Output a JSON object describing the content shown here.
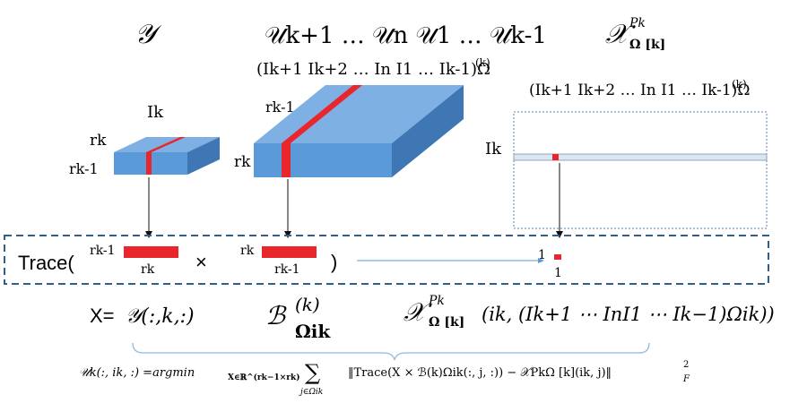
{
  "top_labels": {
    "y": "𝒴",
    "u_chain": "𝒰k+1 … 𝒰n 𝒰1 … 𝒰k-1",
    "x_proj": "𝒳",
    "x_proj_sup": "Pk",
    "x_proj_sub": "Ω [k]"
  },
  "cube_labels": {
    "left_top": "Ik",
    "left_rk": "rk",
    "left_rk1": "rk-1",
    "mid_title": "(Ik+1 Ik+2 … In I1 … Ik-1)Ω",
    "mid_title_sup": "(k)",
    "mid_rk1": "rk-1",
    "mid_rk": "rk",
    "right_title": "(Ik+1 Ik+2 … In I1 … Ik-1)Ω",
    "right_title_sup": "(k)",
    "right_ik": "Ik"
  },
  "trace_box": {
    "trace": "Trace(",
    "a_top": "rk-1",
    "a_bottom": "rk",
    "times": "×",
    "b_top": "rk",
    "b_bottom": "rk-1",
    "close": ")",
    "one_top": "1",
    "one_bottom": "1"
  },
  "bottom_row": {
    "x_eq": "X=",
    "y_slice": "𝒴(:,k,:)",
    "b_sym": "ℬ",
    "b_sup": "(k)",
    "b_sub": "Ωik",
    "x_expr": "𝒳",
    "x_expr_sup": "Pk",
    "x_expr_sub": "Ω [k]",
    "x_expr_args": "(ik, (Ik+1 ⋯ InI1 ⋯ Ik−1)Ωik))"
  },
  "formula": {
    "lhs": "𝒰k(:, ik, :) =argmin",
    "argmin_sub": "X∈ℝ^(rk−1×rk)",
    "sum": "∑",
    "sum_sub": "j∈Ωik",
    "body": "‖Trace(X × ℬ(k)Ωik(:, j, :)) − 𝒳PkΩ [k](ik, j)‖",
    "norm_sup": "2",
    "norm_sub": "F"
  },
  "colors": {
    "cube_top": "#7fb0e3",
    "cube_front": "#5b9ad8",
    "cube_side": "#3f77b5",
    "stripe": "#e8262b",
    "dash": "#2f5f8a",
    "arrow": "#5a9bd4",
    "brace": "#8fb7dd"
  }
}
